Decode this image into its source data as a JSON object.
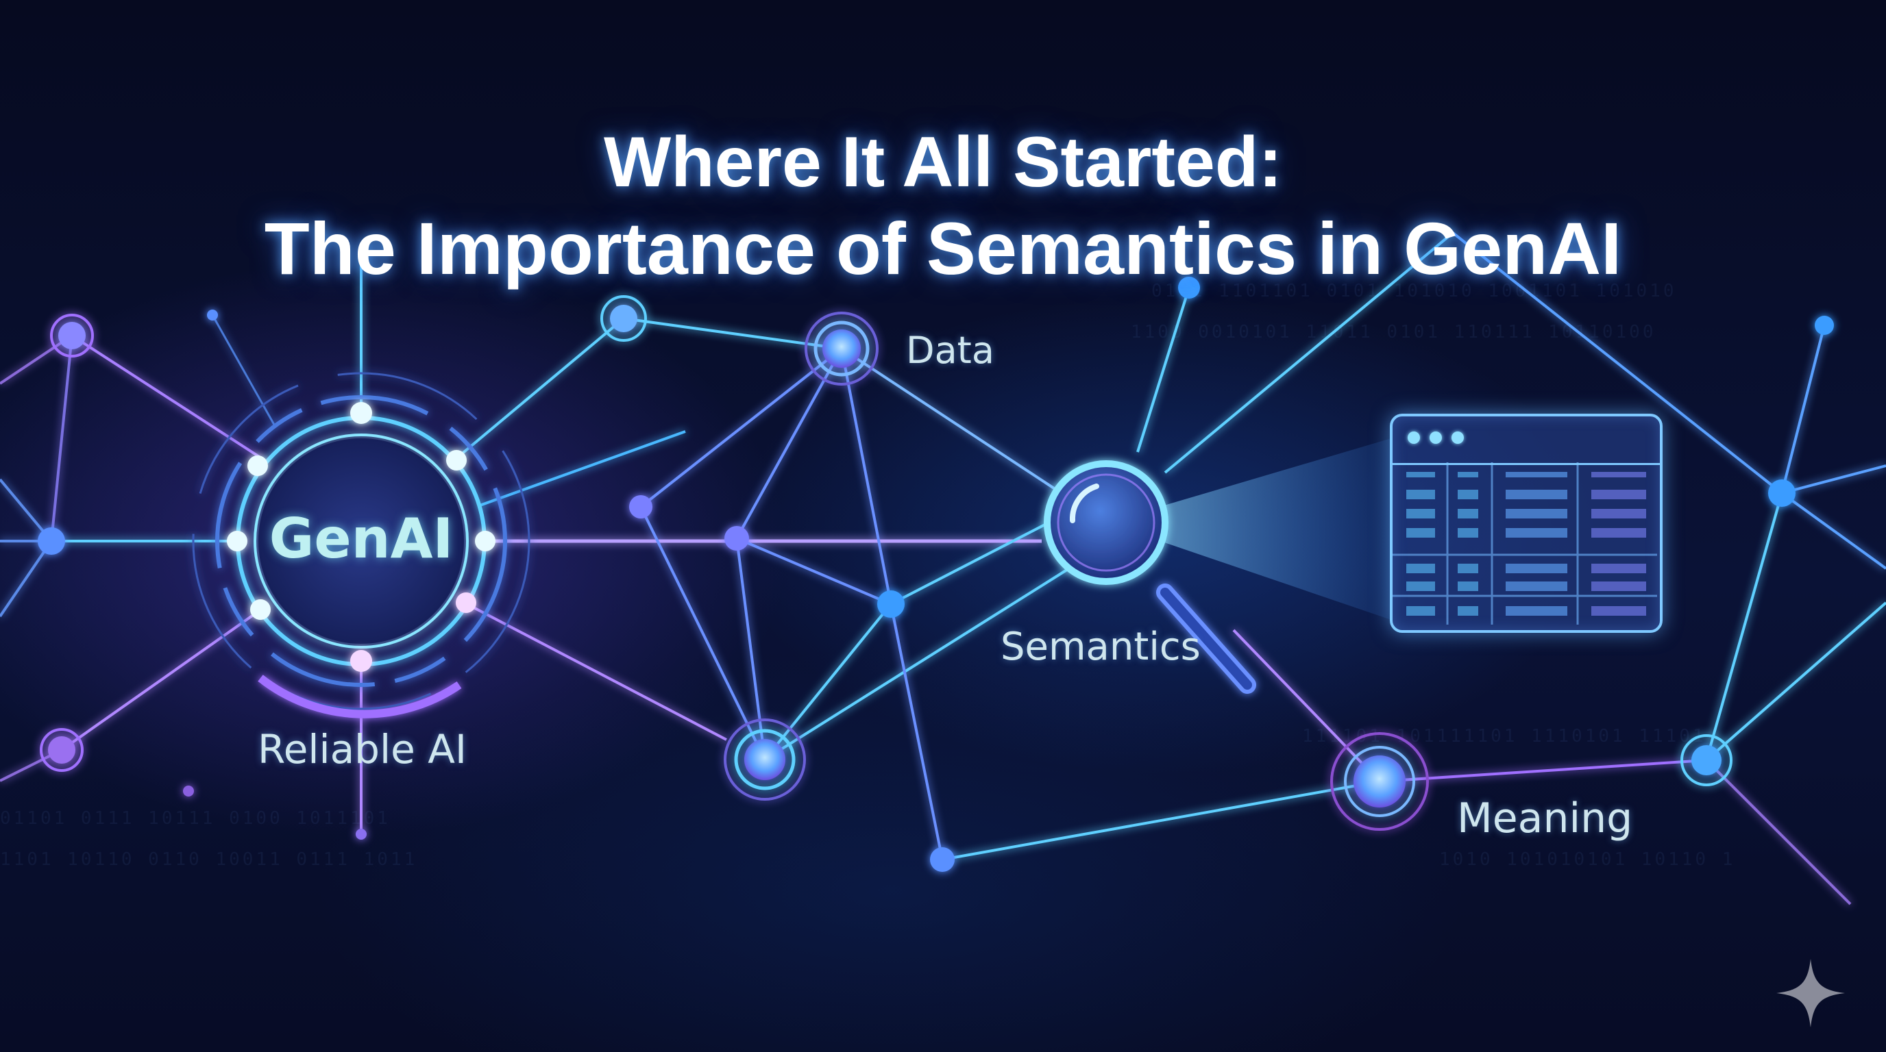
{
  "title": {
    "line1": "Where It All Started:",
    "line2": "The Importance of Semantics in GenAI"
  },
  "nodes": {
    "center": "GenAI",
    "data": "Data",
    "semantics": "Semantics",
    "meaning": "Meaning",
    "reliable": "Reliable AI"
  },
  "icons": {
    "magnifier": "magnifying-glass-icon",
    "table": "data-table-icon",
    "watermark": "sparkle-icon"
  },
  "table": {
    "columns": 4,
    "row_groups": [
      1,
      3,
      2,
      1
    ]
  },
  "colors": {
    "background": "#070c24",
    "cyan": "#5fd6ff",
    "blue": "#4b8dff",
    "purple": "#a070ff",
    "title": "#ffffff",
    "label": "#cfe6ee"
  }
}
